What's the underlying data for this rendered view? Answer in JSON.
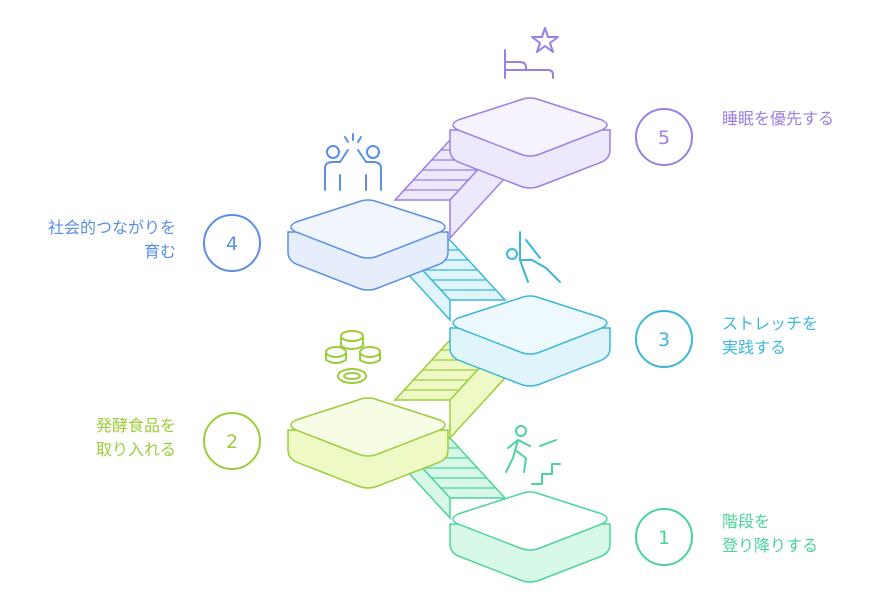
{
  "steps": [
    {
      "number": "1",
      "lines": [
        "階段を",
        "登り降りする"
      ],
      "color": "#4bd49a",
      "fill": "#d8f9e8"
    },
    {
      "number": "2",
      "lines": [
        "発酵食品を",
        "取り入れる"
      ],
      "color": "#9ccd3c",
      "fill": "#eef9c6"
    },
    {
      "number": "3",
      "lines": [
        "ストレッチを",
        "実践する"
      ],
      "color": "#3cb7da",
      "fill": "#dff4fb"
    },
    {
      "number": "4",
      "lines": [
        "社会的つながりを",
        "育む"
      ],
      "color": "#5a8fe6",
      "fill": "#e6eefc"
    },
    {
      "number": "5",
      "lines": [
        "睡眠を優先する"
      ],
      "color": "#9a7fe4",
      "fill": "#eee8fc"
    }
  ],
  "icons": {
    "step1": "stair-climbing-person-icon",
    "step2": "fermented-food-jars-icon",
    "step3": "stretching-person-icon",
    "step4": "high-five-icon",
    "step5": "bed-star-icon"
  }
}
